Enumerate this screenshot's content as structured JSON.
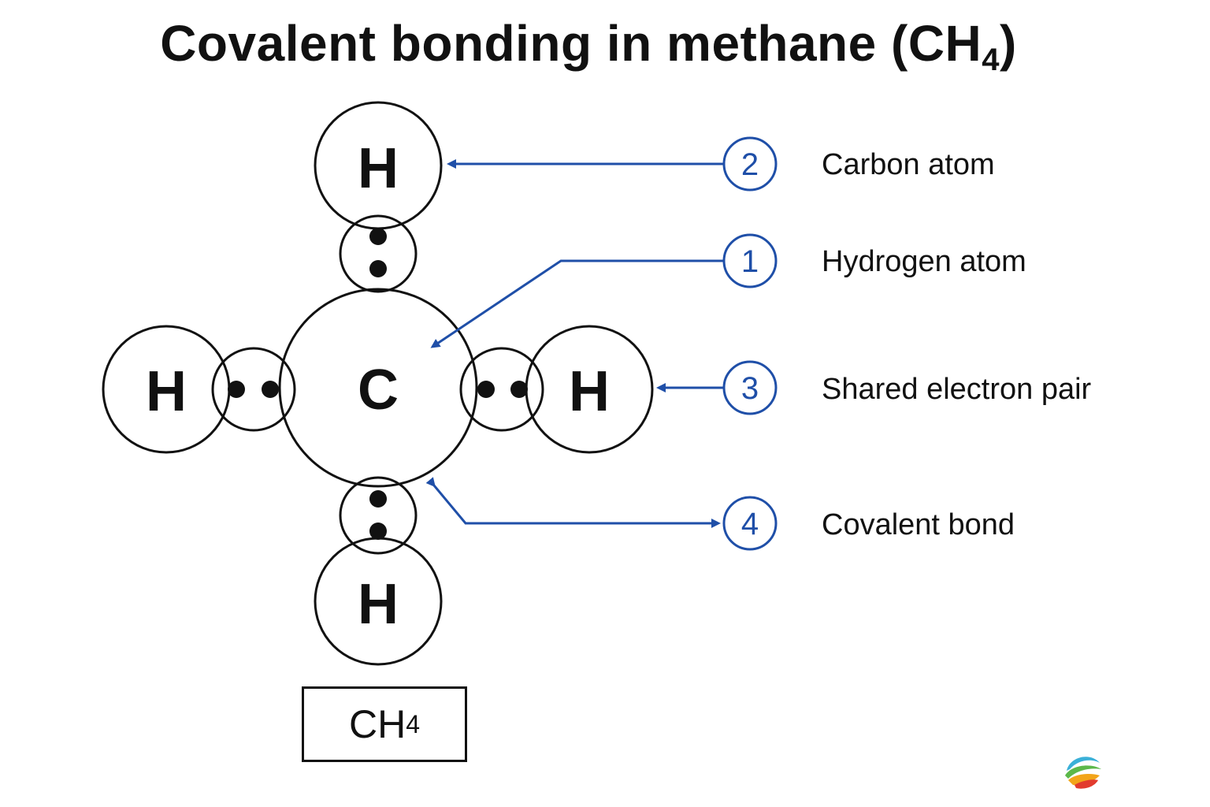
{
  "title": {
    "text": "Covalent bonding in methane (CH",
    "subscript": "4",
    "close": ")"
  },
  "atoms": {
    "center": "C",
    "top": "H",
    "left": "H",
    "right": "H",
    "bottom": "H"
  },
  "callouts": [
    {
      "number": "2",
      "label": "Carbon atom"
    },
    {
      "number": "1",
      "label": "Hydrogen atom"
    },
    {
      "number": "3",
      "label": "Shared electron pair"
    },
    {
      "number": "4",
      "label": "Covalent bond"
    }
  ],
  "formula": {
    "main": "CH",
    "subscript": "4"
  },
  "colors": {
    "callout": "#1f4fa8",
    "ink": "#111111",
    "background": "#ffffff"
  },
  "icons": {
    "logo": "globe-logo-icon"
  }
}
